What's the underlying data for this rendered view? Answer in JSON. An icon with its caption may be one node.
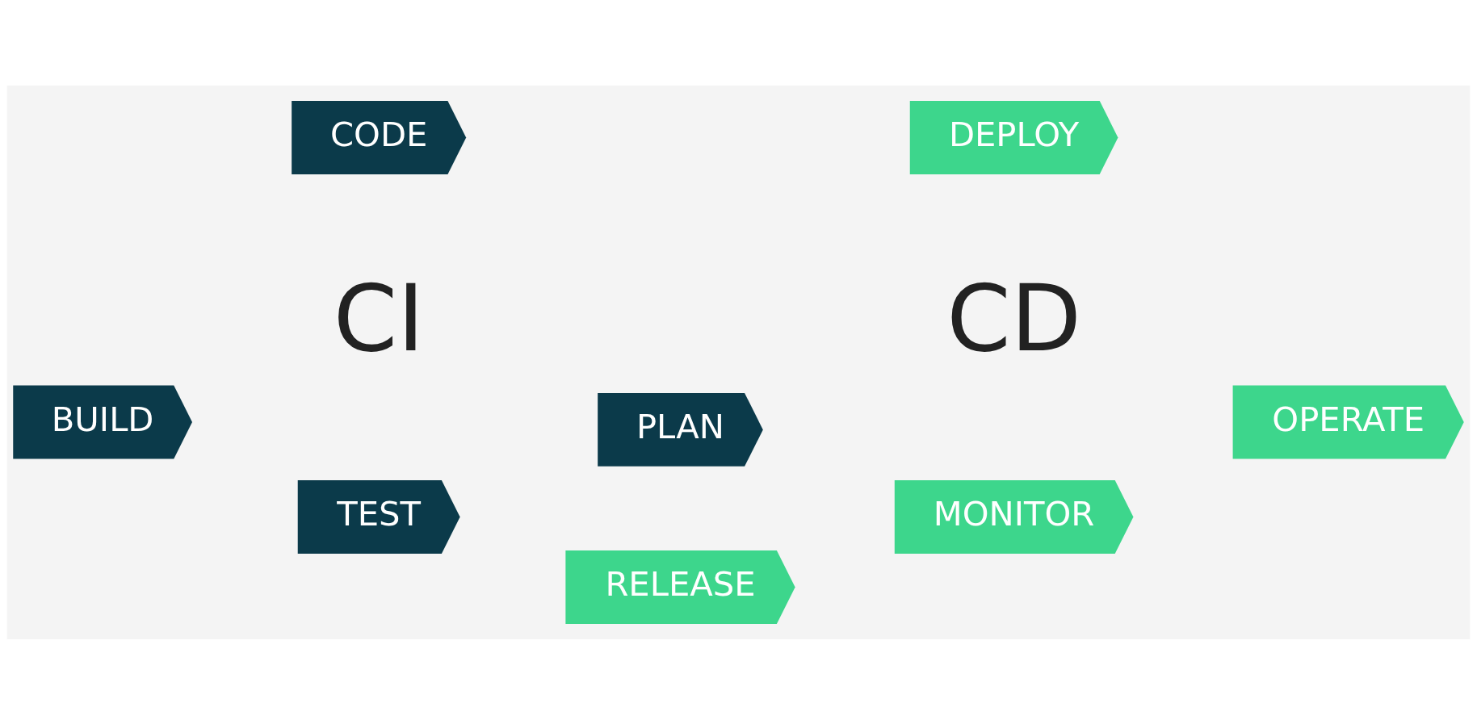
{
  "diagram": {
    "nodes": [
      {
        "text": [
          "PLAN"
        ]
      },
      {
        "text": [
          "CODE"
        ]
      },
      {
        "text": [
          "BUILD"
        ]
      },
      {
        "text": [
          "TEST"
        ]
      },
      {
        "text": [
          "RELEASE"
        ]
      },
      {
        "text": [
          "DEPLOY"
        ]
      },
      {
        "text": [
          "OPERATE"
        ]
      },
      {
        "text": [
          "MONITOR"
        ]
      }
    ],
    "edges": [],
    "labels": [
      "CI",
      "CD"
    ]
  }
}
